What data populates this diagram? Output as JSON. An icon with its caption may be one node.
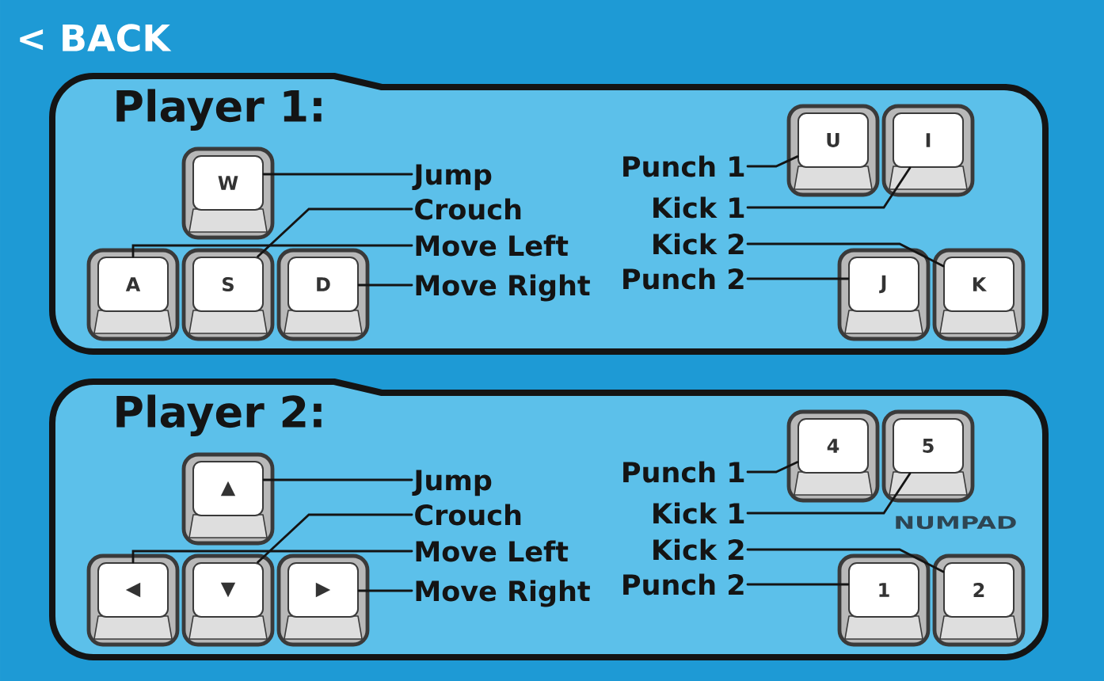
{
  "diagram": {
    "nodes": [
      {
        "text": [
          "Player 1:"
        ]
      },
      {
        "text": [
          "W"
        ],
        "in": 0
      },
      {
        "text": [
          "A"
        ],
        "in": 0
      },
      {
        "text": [
          "S"
        ],
        "in": 0
      },
      {
        "text": [
          "D"
        ],
        "in": 0
      },
      {
        "text": [
          "U"
        ],
        "in": 0
      },
      {
        "text": [
          "I"
        ],
        "in": 0
      },
      {
        "text": [
          "J"
        ],
        "in": 0
      },
      {
        "text": [
          "K"
        ],
        "in": 0
      },
      {
        "text": [
          "Jump"
        ],
        "in": 0
      },
      {
        "text": [
          "Crouch"
        ],
        "in": 0
      },
      {
        "text": [
          "Move Left"
        ],
        "in": 0
      },
      {
        "text": [
          "Move Right"
        ],
        "in": 0
      },
      {
        "text": [
          "Punch 1"
        ],
        "in": 0
      },
      {
        "text": [
          "Kick 1"
        ],
        "in": 0
      },
      {
        "text": [
          "Kick 2"
        ],
        "in": 0
      },
      {
        "text": [
          "Punch 2"
        ],
        "in": 0
      },
      {
        "text": [
          "Player 2:"
        ]
      },
      {
        "text": [
          "▲"
        ],
        "in": 17
      },
      {
        "text": [
          "◀"
        ],
        "in": 17
      },
      {
        "text": [
          "▼"
        ],
        "in": 17
      },
      {
        "text": [
          "▶"
        ],
        "in": 17
      },
      {
        "text": [
          "4"
        ],
        "in": 17
      },
      {
        "text": [
          "5"
        ],
        "in": 17
      },
      {
        "text": [
          "1"
        ],
        "in": 17
      },
      {
        "text": [
          "2"
        ],
        "in": 17
      },
      {
        "text": [
          "Jump"
        ],
        "in": 17
      },
      {
        "text": [
          "Crouch"
        ],
        "in": 17
      },
      {
        "text": [
          "Move Left"
        ],
        "in": 17
      },
      {
        "text": [
          "Move Right"
        ],
        "in": 17
      },
      {
        "text": [
          "Punch 1"
        ],
        "in": 17
      },
      {
        "text": [
          "Kick 1"
        ],
        "in": 17
      },
      {
        "text": [
          "Kick 2"
        ],
        "in": 17
      },
      {
        "text": [
          "Punch 2"
        ],
        "in": 17
      }
    ],
    "edges": [
      {
        "from": 9,
        "to": 1,
        "arrow": "none"
      },
      {
        "from": 10,
        "to": 3,
        "arrow": "none"
      },
      {
        "from": 11,
        "to": 2,
        "arrow": "none"
      },
      {
        "from": 12,
        "to": 4,
        "arrow": "none"
      },
      {
        "from": 13,
        "to": 5,
        "arrow": "none"
      },
      {
        "from": 14,
        "to": 6,
        "arrow": "none"
      },
      {
        "from": 15,
        "to": 8,
        "arrow": "none"
      },
      {
        "from": 16,
        "to": 7,
        "arrow": "none"
      },
      {
        "from": 26,
        "to": 18,
        "arrow": "none"
      },
      {
        "from": 27,
        "to": 20,
        "arrow": "none"
      },
      {
        "from": 28,
        "to": 19,
        "arrow": "none"
      },
      {
        "from": 29,
        "to": 21,
        "arrow": "none"
      },
      {
        "from": 30,
        "to": 22,
        "arrow": "none"
      },
      {
        "from": 31,
        "to": 23,
        "arrow": "none"
      },
      {
        "from": 32,
        "to": 25,
        "arrow": "none"
      },
      {
        "from": 33,
        "to": 24,
        "arrow": "none"
      }
    ],
    "labels": [
      "< BACK",
      "NUMPAD"
    ]
  }
}
